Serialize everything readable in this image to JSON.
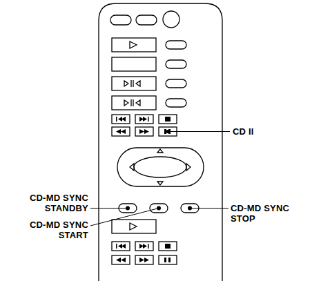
{
  "diagram": {
    "labels": [
      "CD II",
      "CD-MD SYNC STANDBY",
      "CD-MD SYNC START",
      "CD-MD SYNC STOP"
    ]
  }
}
